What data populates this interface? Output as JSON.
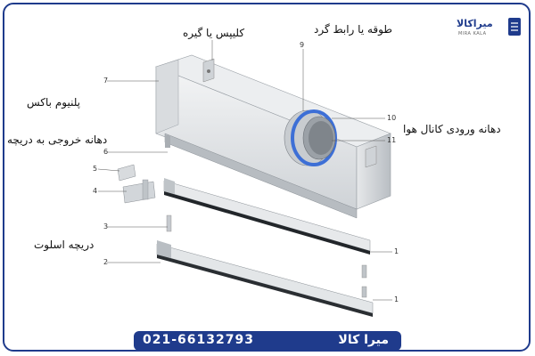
{
  "labels": {
    "clips": "کلیپس یا گیره",
    "ring": "طوقه یا رابط گرد",
    "plenum": "پلنیوم باکس",
    "outlet": "دهانه خروجی به دریچه",
    "inlet": "دهانه ورودی  کانال هوا",
    "slot": "دریچه اسلوت"
  },
  "numbers": {
    "n1a": "1",
    "n1b": "1",
    "n2": "2",
    "n3": "3",
    "n4": "4",
    "n5": "5",
    "n6": "6",
    "n7": "7",
    "n9": "9",
    "n10": "10",
    "n11": "11"
  },
  "logo": {
    "brand": "میراکالا",
    "sub": "MIRA KALA"
  },
  "footer": {
    "name": "میرا کالا",
    "phone": "021-66132793"
  },
  "colors": {
    "brand": "#1f3b8c",
    "ring": "#3d6fd6"
  }
}
